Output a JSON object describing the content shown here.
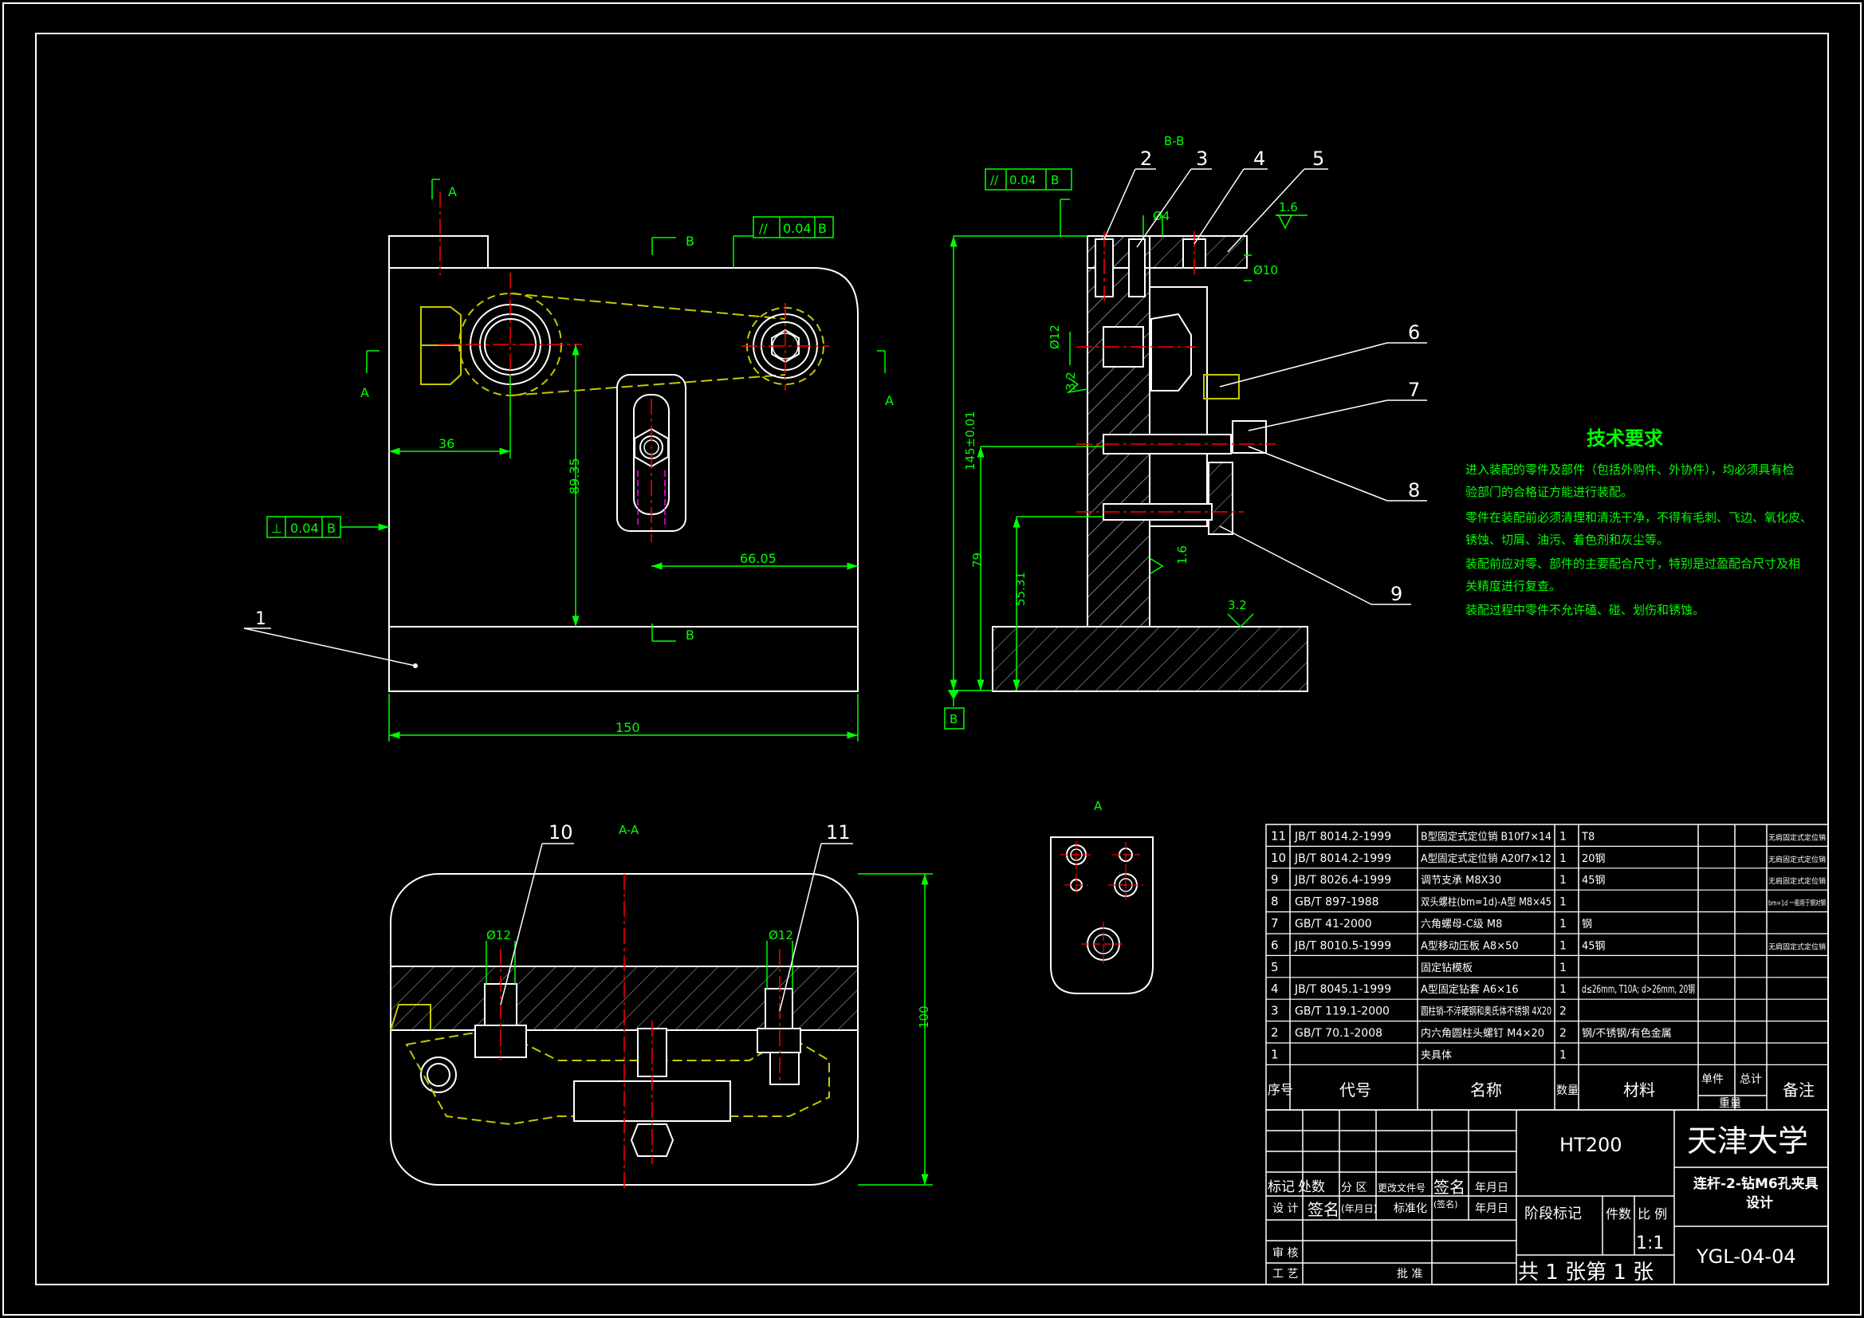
{
  "colors": {
    "background": "#000000",
    "outline": "#ffffff",
    "dimension": "#00ff00",
    "centerline": "#ff0000",
    "hidden": "#ff00ff",
    "hatch": "#808080",
    "yellow": "#ffff00",
    "cyan": "#00ffff"
  },
  "front_view": {
    "section_mark_a_top": "A",
    "section_mark_a_left": "A",
    "section_mark_a_right": "A",
    "section_mark_b_top": "B",
    "section_mark_b_bottom": "B",
    "parallelism": {
      "symbol": "//",
      "value": "0.04",
      "datum": "B"
    },
    "perpendicularity": {
      "symbol": "⊥",
      "value": "0.04",
      "datum": "B"
    },
    "dim_36": "36",
    "dim_8935": "89.35",
    "dim_6605": "66.05",
    "dim_150": "150",
    "balloon_1": "1"
  },
  "side_view": {
    "title": "B-B",
    "parallelism": {
      "symbol": "//",
      "value": "0.04",
      "datum": "B"
    },
    "dim_145": "145±0.01",
    "dim_79": "79",
    "dim_5531": "55.31",
    "dia_4": "Ø4",
    "dia_10": "Ø10",
    "dia_12": "Ø12",
    "rough_16a": "1.6",
    "rough_32a": "3.2",
    "rough_16b": "1.6",
    "rough_32b": "3.2",
    "datum_b": "B",
    "balloons": [
      "2",
      "3",
      "4",
      "5",
      "6",
      "7",
      "8",
      "9"
    ]
  },
  "section_view": {
    "title": "A-A",
    "dia_12a": "Ø12",
    "dia_12b": "Ø12",
    "dim_100": "100",
    "balloon_10": "10",
    "balloon_11": "11"
  },
  "detail_view": {
    "title": "A"
  },
  "tech_requirements": {
    "title": "技术要求",
    "lines": [
      "进入装配的零件及部件（包括外购件、外协件），均必须具有检",
      "验部门的合格证方能进行装配。",
      "零件在装配前必须清理和清洗干净，不得有毛刺、飞边、氧化皮、",
      "锈蚀、切屑、油污、着色剂和灰尘等。",
      "装配前应对零、部件的主要配合尺寸，特别是过盈配合尺寸及相",
      "关精度进行复查。",
      "装配过程中零件不允许磕、碰、划伤和锈蚀。"
    ]
  },
  "bom": {
    "rows": [
      {
        "no": "11",
        "code": "JB/T 8014.2-1999",
        "name": "B型固定式定位销 B10f7×14",
        "qty": "1",
        "material": "T8",
        "note": "无肩固定式定位销"
      },
      {
        "no": "10",
        "code": "JB/T 8014.2-1999",
        "name": "A型固定式定位销 A20f7×12",
        "qty": "1",
        "material": "20钢",
        "note": "无肩固定式定位销"
      },
      {
        "no": "9",
        "code": "JB/T 8026.4-1999",
        "name": "调节支承 M8X30",
        "qty": "1",
        "material": "45钢",
        "note": "无肩固定式定位销"
      },
      {
        "no": "8",
        "code": "GB/T 897-1988",
        "name": "双头螺柱(bm=1d)-A型 M8×45",
        "qty": "1",
        "material": "",
        "note": "bm=1d 一般用于钢对钢"
      },
      {
        "no": "7",
        "code": "GB/T 41-2000",
        "name": "六角螺母-C级 M8",
        "qty": "1",
        "material": "钢",
        "note": ""
      },
      {
        "no": "6",
        "code": "JB/T 8010.5-1999",
        "name": "A型移动压板 A8×50",
        "qty": "1",
        "material": "45钢",
        "note": "无肩固定式定位销"
      },
      {
        "no": "5",
        "code": "",
        "name": "固定钻模板",
        "qty": "1",
        "material": "",
        "note": ""
      },
      {
        "no": "4",
        "code": "JB/T 8045.1-1999",
        "name": "A型固定钻套 A6×16",
        "qty": "1",
        "material": "d≤26mm, T10A; d>26mm, 20钢",
        "note": ""
      },
      {
        "no": "3",
        "code": "GB/T 119.1-2000",
        "name": "圆柱销-不淬硬钢和奥氏体不锈钢 4X20",
        "qty": "2",
        "material": "",
        "note": ""
      },
      {
        "no": "2",
        "code": "GB/T 70.1-2008",
        "name": "内六角圆柱头螺钉 M4×20",
        "qty": "2",
        "material": "钢/不锈钢/有色金属",
        "note": ""
      },
      {
        "no": "1",
        "code": "",
        "name": "夹具体",
        "qty": "1",
        "material": "",
        "note": ""
      }
    ],
    "header": {
      "no": "序号",
      "code": "代号",
      "name": "名称",
      "qty": "数量",
      "material": "材料",
      "unit": "单件",
      "total": "总计",
      "weight": "重量",
      "note": "备注"
    }
  },
  "title_block": {
    "material": "HT200",
    "org": "天津大学",
    "drawing_name_1": "连杆-2-钻M6孔夹具",
    "drawing_name_2": "设计",
    "drawing_no": "YGL-04-04",
    "scale": "1:1",
    "sheets": "共 1 张第 1 张",
    "labels": {
      "mark": "标记",
      "count": "处数",
      "zone": "分 区",
      "doc_no": "更改文件号",
      "sign": "签名",
      "date": "年月日",
      "design": "设 计",
      "sign2": "签名",
      "date_paren": "(年月日)",
      "standard": "标准化",
      "sign3": "(签名)",
      "date2": "年月日",
      "stage": "阶段标记",
      "pieces": "件数",
      "scale_label": "比 例",
      "review": "审 核",
      "process": "工 艺",
      "approve": "批 准"
    }
  }
}
